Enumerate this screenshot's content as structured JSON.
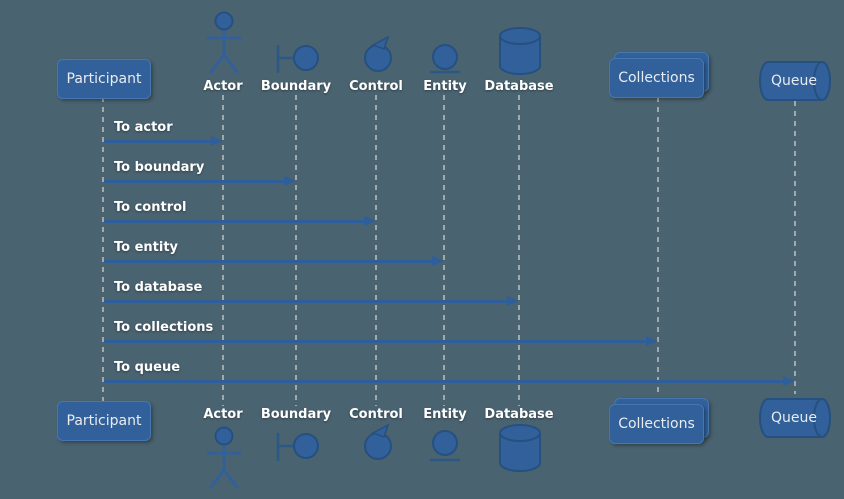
{
  "diagram_type": "uml-sequence-diagram",
  "participants": [
    {
      "id": "participant",
      "label": "Participant",
      "shape": "box",
      "icon": "rounded-rectangle"
    },
    {
      "id": "actor",
      "label": "Actor",
      "shape": "actor",
      "icon": "stick-figure"
    },
    {
      "id": "boundary",
      "label": "Boundary",
      "shape": "boundary",
      "icon": "bar-and-circle"
    },
    {
      "id": "control",
      "label": "Control",
      "shape": "control",
      "icon": "circle-with-arrow"
    },
    {
      "id": "entity",
      "label": "Entity",
      "shape": "entity",
      "icon": "underlined-circle"
    },
    {
      "id": "database",
      "label": "Database",
      "shape": "database",
      "icon": "cylinder"
    },
    {
      "id": "collections",
      "label": "Collections",
      "shape": "collections",
      "icon": "stacked-boxes"
    },
    {
      "id": "queue",
      "label": "Queue",
      "shape": "queue",
      "icon": "horizontal-cylinder"
    }
  ],
  "messages": [
    {
      "label": "To actor",
      "from": "participant",
      "to": "actor"
    },
    {
      "label": "To boundary",
      "from": "participant",
      "to": "boundary"
    },
    {
      "label": "To control",
      "from": "participant",
      "to": "control"
    },
    {
      "label": "To entity",
      "from": "participant",
      "to": "entity"
    },
    {
      "label": "To database",
      "from": "participant",
      "to": "database"
    },
    {
      "label": "To collections",
      "from": "participant",
      "to": "collections"
    },
    {
      "label": "To queue",
      "from": "participant",
      "to": "queue"
    }
  ],
  "colors": {
    "background": "#4a6370",
    "shape_fill": "#31609b",
    "shape_stroke": "#26507f",
    "box_border": "#4678b0",
    "connector": "#2b5884",
    "arrow": "#2e5f9a",
    "lifeline": "#a3a8a8",
    "message_text": "#ffffff",
    "box_text": "#e8ecef"
  }
}
